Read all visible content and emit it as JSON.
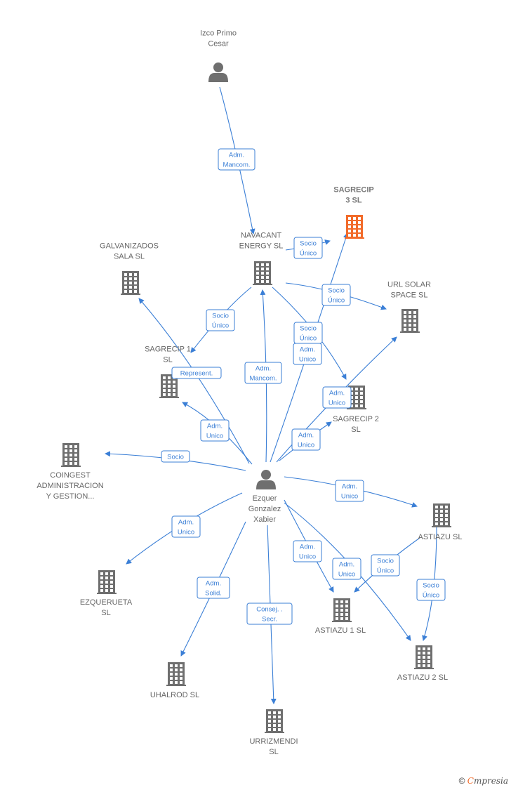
{
  "colors": {
    "accent": "#3b7fd6",
    "building": "#6f6f6f",
    "focus": "#f26b2a",
    "text": "#666666"
  },
  "nodes": [
    {
      "id": "izco",
      "type": "person",
      "label": [
        "Izco Primo",
        "Cesar"
      ],
      "name": "person-izco-primo-cesar"
    },
    {
      "id": "sagrecip3",
      "type": "company",
      "focus": true,
      "label": [
        "SAGRECIP",
        "3  SL"
      ],
      "name": "company-sagrecip-3-sl"
    },
    {
      "id": "navacant",
      "type": "company",
      "label": [
        "NAVACANT",
        "ENERGY  SL"
      ],
      "name": "company-navacant-energy-sl"
    },
    {
      "id": "galvanizados",
      "type": "company",
      "label": [
        "GALVANIZADOS",
        "SALA  SL"
      ],
      "name": "company-galvanizados-sala-sl"
    },
    {
      "id": "urlsolar",
      "type": "company",
      "label": [
        "URL SOLAR",
        "SPACE  SL"
      ],
      "name": "company-url-solar-space-sl"
    },
    {
      "id": "sagrecip1",
      "type": "company",
      "label": [
        "SAGRECIP 1",
        "SL"
      ],
      "name": "company-sagrecip-1-sl"
    },
    {
      "id": "sagrecip2",
      "type": "company",
      "label": [
        "SAGRECIP 2",
        "SL"
      ],
      "name": "company-sagrecip-2-sl"
    },
    {
      "id": "coingest",
      "type": "company",
      "label": [
        "COINGEST",
        "ADMINISTRACION",
        "Y GESTION..."
      ],
      "name": "company-coingest"
    },
    {
      "id": "ezquer",
      "type": "person",
      "label": [
        "Ezquer",
        "Gonzalez",
        "Xabier"
      ],
      "name": "person-ezquer-gonzalez-xabier"
    },
    {
      "id": "astiazu",
      "type": "company",
      "label": [
        "ASTIAZU  SL"
      ],
      "name": "company-astiazu-sl"
    },
    {
      "id": "ezquerueta",
      "type": "company",
      "label": [
        "EZQUERUETA",
        "SL"
      ],
      "name": "company-ezquerueta-sl"
    },
    {
      "id": "astiazu1",
      "type": "company",
      "label": [
        "ASTIAZU 1  SL"
      ],
      "name": "company-astiazu-1-sl"
    },
    {
      "id": "astiazu2",
      "type": "company",
      "label": [
        "ASTIAZU 2  SL"
      ],
      "name": "company-astiazu-2-sl"
    },
    {
      "id": "uhalrod",
      "type": "company",
      "label": [
        "UHALROD SL"
      ],
      "name": "company-uhalrod-sl"
    },
    {
      "id": "urrizmendi",
      "type": "company",
      "label": [
        "URRIZMENDI",
        "SL"
      ],
      "name": "company-urrizmendi-sl"
    }
  ],
  "edges": [
    {
      "from": "izco",
      "to": "navacant",
      "label": [
        "Adm.",
        "Mancom."
      ]
    },
    {
      "from": "navacant",
      "to": "sagrecip3",
      "label": [
        "Socio",
        "Único"
      ]
    },
    {
      "from": "navacant",
      "to": "urlsolar",
      "label": [
        "Socio",
        "Único"
      ]
    },
    {
      "from": "navacant",
      "to": "sagrecip1",
      "label": [
        "Socio",
        "Único"
      ]
    },
    {
      "from": "navacant",
      "to": "sagrecip2",
      "label": [
        "Socio",
        "Único"
      ]
    },
    {
      "from": "ezquer",
      "to": "galvanizados",
      "label": [
        "Represent."
      ]
    },
    {
      "from": "ezquer",
      "to": "navacant",
      "label": [
        "Adm.",
        "Mancom."
      ]
    },
    {
      "from": "ezquer",
      "to": "sagrecip3",
      "label": [
        "Adm.",
        "Unico"
      ]
    },
    {
      "from": "ezquer",
      "to": "sagrecip1",
      "label": [
        "Adm.",
        "Unico"
      ]
    },
    {
      "from": "ezquer",
      "to": "urlsolar",
      "label": [
        "Adm.",
        "Unico"
      ]
    },
    {
      "from": "ezquer",
      "to": "sagrecip2",
      "label": [
        "Adm.",
        "Unico"
      ]
    },
    {
      "from": "ezquer",
      "to": "coingest",
      "label": [
        "Socio"
      ]
    },
    {
      "from": "ezquer",
      "to": "astiazu",
      "label": [
        "Adm.",
        "Unico"
      ]
    },
    {
      "from": "ezquer",
      "to": "ezquerueta",
      "label": [
        "Adm.",
        "Unico"
      ]
    },
    {
      "from": "ezquer",
      "to": "astiazu1",
      "label": [
        "Adm.",
        "Unico"
      ]
    },
    {
      "from": "ezquer",
      "to": "astiazu2",
      "label": [
        "Adm.",
        "Unico"
      ]
    },
    {
      "from": "astiazu",
      "to": "astiazu1",
      "label": [
        "Socio",
        "Único"
      ]
    },
    {
      "from": "astiazu",
      "to": "astiazu2",
      "label": [
        "Socio",
        "Único"
      ]
    },
    {
      "from": "ezquer",
      "to": "uhalrod",
      "label": [
        "Adm.",
        "Solid."
      ]
    },
    {
      "from": "ezquer",
      "to": "urrizmendi",
      "label": [
        "Consej. .",
        "Secr."
      ]
    }
  ],
  "footer": {
    "copyright": "©",
    "brand_initial": "C",
    "brand_rest": "mpresia"
  }
}
